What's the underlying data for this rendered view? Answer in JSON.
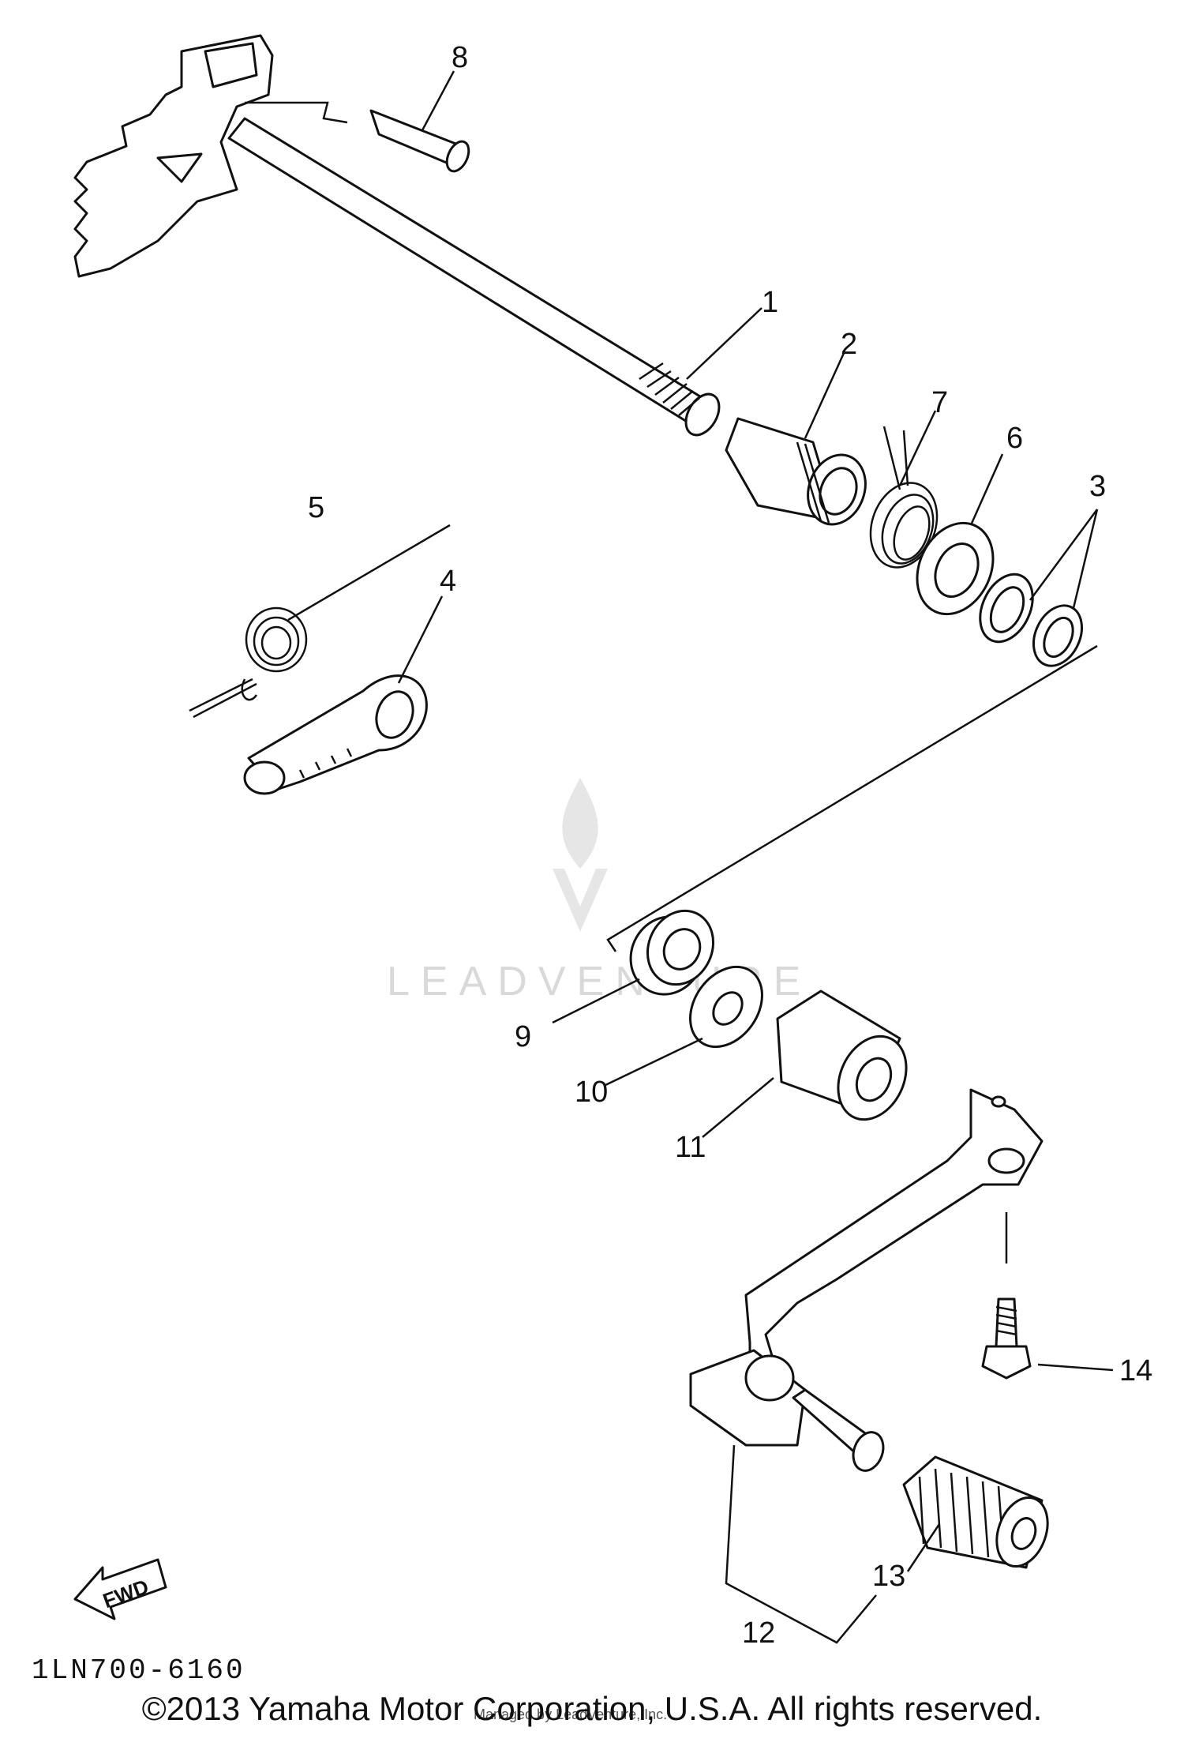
{
  "callouts": {
    "c1": "1",
    "c2": "2",
    "c3": "3",
    "c4": "4",
    "c5": "5",
    "c6": "6",
    "c7": "7",
    "c8": "8",
    "c9": "9",
    "c10": "10",
    "c11": "11",
    "c12": "12",
    "c13": "13",
    "c14": "14"
  },
  "fwd_label": "FWD",
  "diagram_code": "1LN700-6160",
  "watermark": {
    "brand": "LEADVENTURE",
    "small": "Managed by LeadVenture, Inc."
  },
  "copyright": "©2013 Yamaha Motor Corporation, U.S.A. All rights reserved."
}
